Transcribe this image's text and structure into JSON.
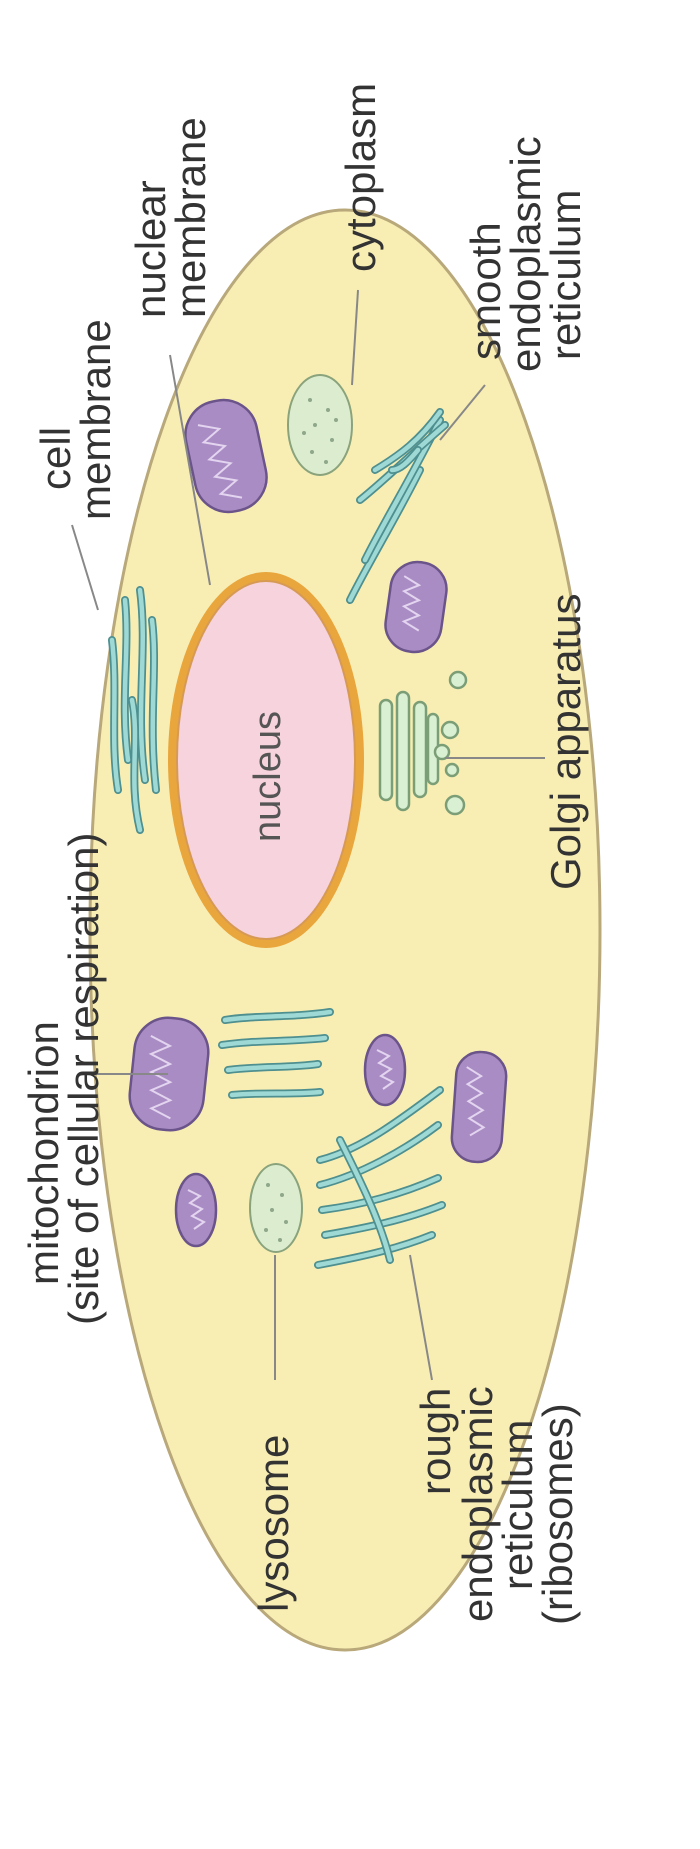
{
  "labels": {
    "mitochondrion": "mitochondrion",
    "mitochondrion_note": "(site of cellular respiration)",
    "cell": "cell",
    "cell_membrane": "membrane",
    "nuclear": "nuclear",
    "nuclear_membrane": "membrane",
    "cytoplasm": "cytoplasm",
    "smooth": "smooth",
    "smooth_endoplasmic": "endoplasmic",
    "smooth_reticulum": "reticulum",
    "golgi": "Golgi apparatus",
    "nucleus": "nucleus",
    "lysosome": "lysosome",
    "rough": "rough",
    "rough_endoplasmic": "endoplasmic",
    "rough_reticulum": "reticulum",
    "rough_ribosomes": "(ribosomes)"
  },
  "colors": {
    "cytoplasm": "#f8eeb4",
    "cell_outline": "#b8a87a",
    "nucleus_fill": "#f7d3dd",
    "nuclear_envelope": "#e8a63c"
  }
}
